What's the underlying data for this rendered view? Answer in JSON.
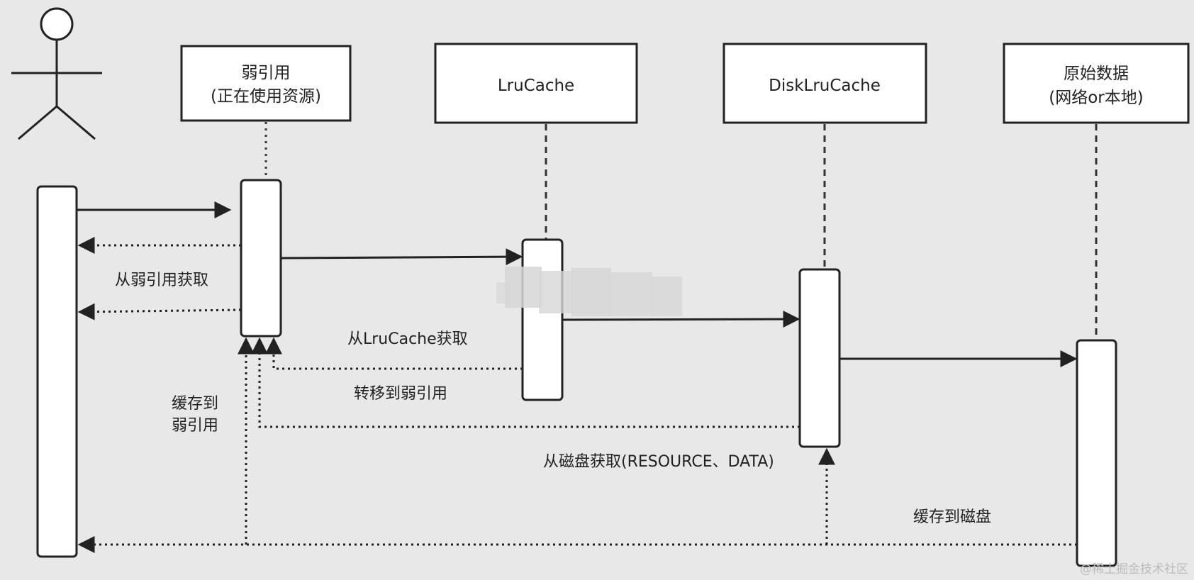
{
  "lifelines": {
    "weak_ref": {
      "line1": "弱引用",
      "line2": "(正在使用资源)"
    },
    "lru_cache": {
      "label": "LruCache"
    },
    "disk_lru_cache": {
      "label": "DiskLruCache"
    },
    "raw_data": {
      "line1": "原始数据",
      "line2": "(网络or本地)"
    }
  },
  "labels": {
    "from_weak_ref": "从弱引用获取",
    "from_lru_cache": "从LruCache获取",
    "move_to_weak_ref": "转移到弱引用",
    "cache_to_weak_ref_1": "缓存到",
    "cache_to_weak_ref_2": "弱引用",
    "from_disk": "从磁盘获取(RESOURCE、DATA)",
    "cache_to_disk": "缓存到磁盘"
  },
  "watermark": "@稀土掘金技术社区",
  "colors": {
    "background": "#e8e8e8",
    "stroke": "#222222",
    "box_fill": "#ffffff"
  }
}
